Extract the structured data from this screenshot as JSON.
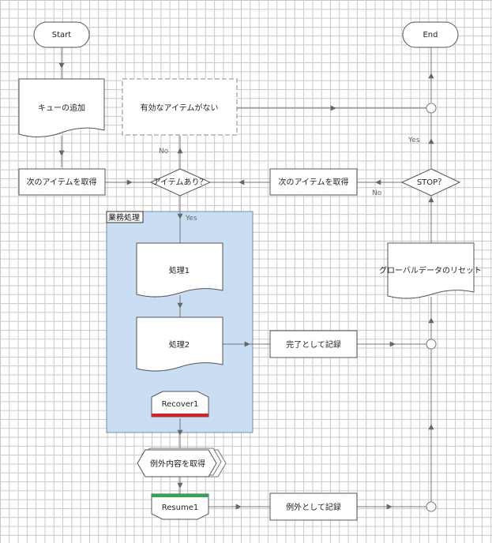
{
  "nodes": {
    "start": "Start",
    "end": "End",
    "add_queue": "キューの追加",
    "no_items": "有効なアイテムがない",
    "get_next_left": "次のアイテムを取得",
    "has_item": "アイテムあり？",
    "get_next_right": "次のアイテムを取得",
    "stop": "STOP？",
    "process1": "処理1",
    "process2": "処理2",
    "recover": "Recover1",
    "get_exception": "例外内容を取得",
    "resume": "Resume1",
    "mark_complete": "完了として記録",
    "mark_exception": "例外として記録",
    "reset_global": "グローバルデータのリセット"
  },
  "group": {
    "title": "業務処理"
  },
  "edge_labels": {
    "no_top": "No",
    "yes_down": "Yes",
    "yes_stop": "Yes",
    "no_stop": "No"
  },
  "colors": {
    "group_fill": "#c9ddf3",
    "recover_bar": "#d9201c",
    "resume_bar": "#2fa64f",
    "line": "#777777"
  }
}
